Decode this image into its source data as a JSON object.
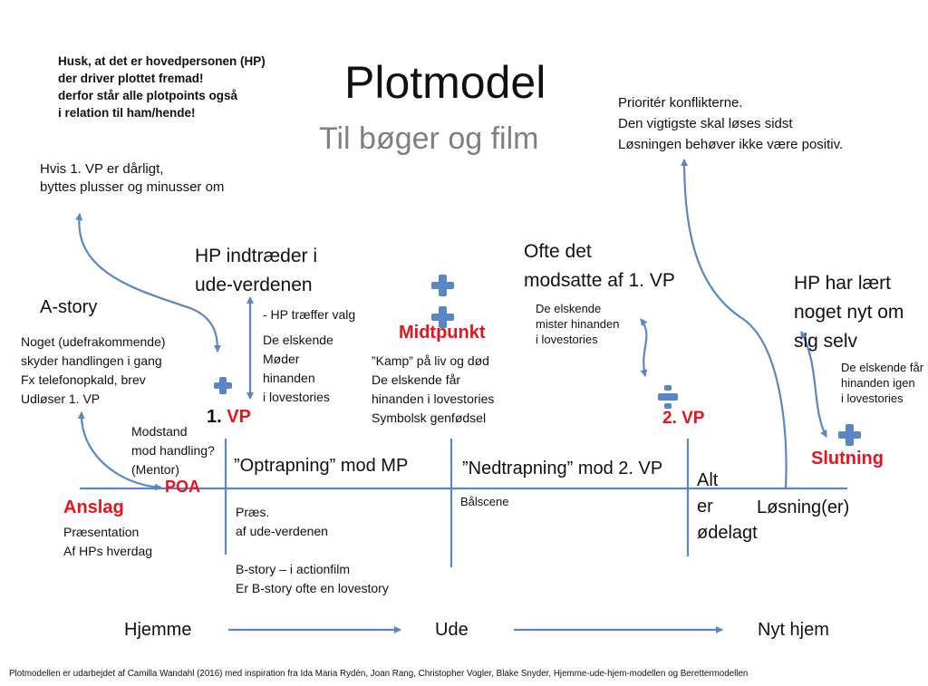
{
  "title": "Plotmodel",
  "subtitle": "Til bøger og film",
  "notes": {
    "husk": [
      "Husk, at det er hovedpersonen (HP)",
      "der driver plottet fremad!",
      "derfor står alle plotpoints også",
      "i relation til ham/hende!"
    ],
    "hvis": [
      "Hvis 1. VP er dårligt,",
      "byttes plusser og minusser om"
    ],
    "prioriter": [
      "Prioritér konflikterne.",
      "Den vigtigste skal løses sidst",
      "Løsningen behøver ikke være positiv."
    ]
  },
  "labels": {
    "a_story": "A-story",
    "noget": [
      "Noget (udefrakommende)",
      "skyder handlingen i gang",
      "Fx telefonopkald, brev",
      "Udløser 1. VP"
    ],
    "hp_indtraeder": [
      "HP indtræder i",
      "ude-verdenen"
    ],
    "hp_traeffer": "- HP træffer valg",
    "elskende_moder": [
      "De elskende",
      "Møder",
      "hinanden",
      "i lovestories"
    ],
    "ofte": [
      "Ofte det",
      "modsatte af 1. VP"
    ],
    "elskende_mister": [
      "De elskende",
      "mister hinanden",
      "i lovestories"
    ],
    "hp_har_laert": [
      "HP har lært",
      "noget nyt om",
      "sig selv"
    ],
    "elskende_faar": [
      "De elskende får",
      "hinanden igen",
      "i lovestories"
    ],
    "midtpunkt": "Midtpunkt",
    "kamp": [
      "”Kamp” på liv og død",
      "De elskende får",
      "hinanden i lovestories",
      "Symbolsk genfødsel"
    ],
    "vp1_num": "1.",
    "vp1": "VP",
    "vp2": "2. VP",
    "modstand": [
      "Modstand",
      "mod handling?",
      "(Mentor)"
    ],
    "optrapning": "”Optrapning” mod MP",
    "nedtrapning": "”Nedtrapning” mod 2. VP",
    "alt_er": [
      "Alt",
      "er",
      "ødelagt"
    ],
    "losning": "Løsning(er)",
    "slutning": "Slutning",
    "poa": "POA",
    "anslag": "Anslag",
    "praesentation": [
      "Præsentation",
      "Af HPs hverdag"
    ],
    "praes": [
      "Præs.",
      "af ude-verdenen"
    ],
    "b_story": [
      "B-story – i actionfilm",
      "Er B-story ofte en lovestory"
    ],
    "balscene": "Bålscene"
  },
  "journey": {
    "hjemme": "Hjemme",
    "ude": "Ude",
    "nyt_hjem": "Nyt hjem"
  },
  "footer": "Plotmodellen er udarbejdet af Camilla Wandahl (2016) med inspiration fra Ida Maria Rydén, Joan Rang, Christopher Vogler, Blake Snyder, Hjemme-ude-hjem-modellen og Berettermodellen",
  "colors": {
    "line": "#5b86c4",
    "accent": "#e8141c",
    "icon": "#5b86c4"
  }
}
